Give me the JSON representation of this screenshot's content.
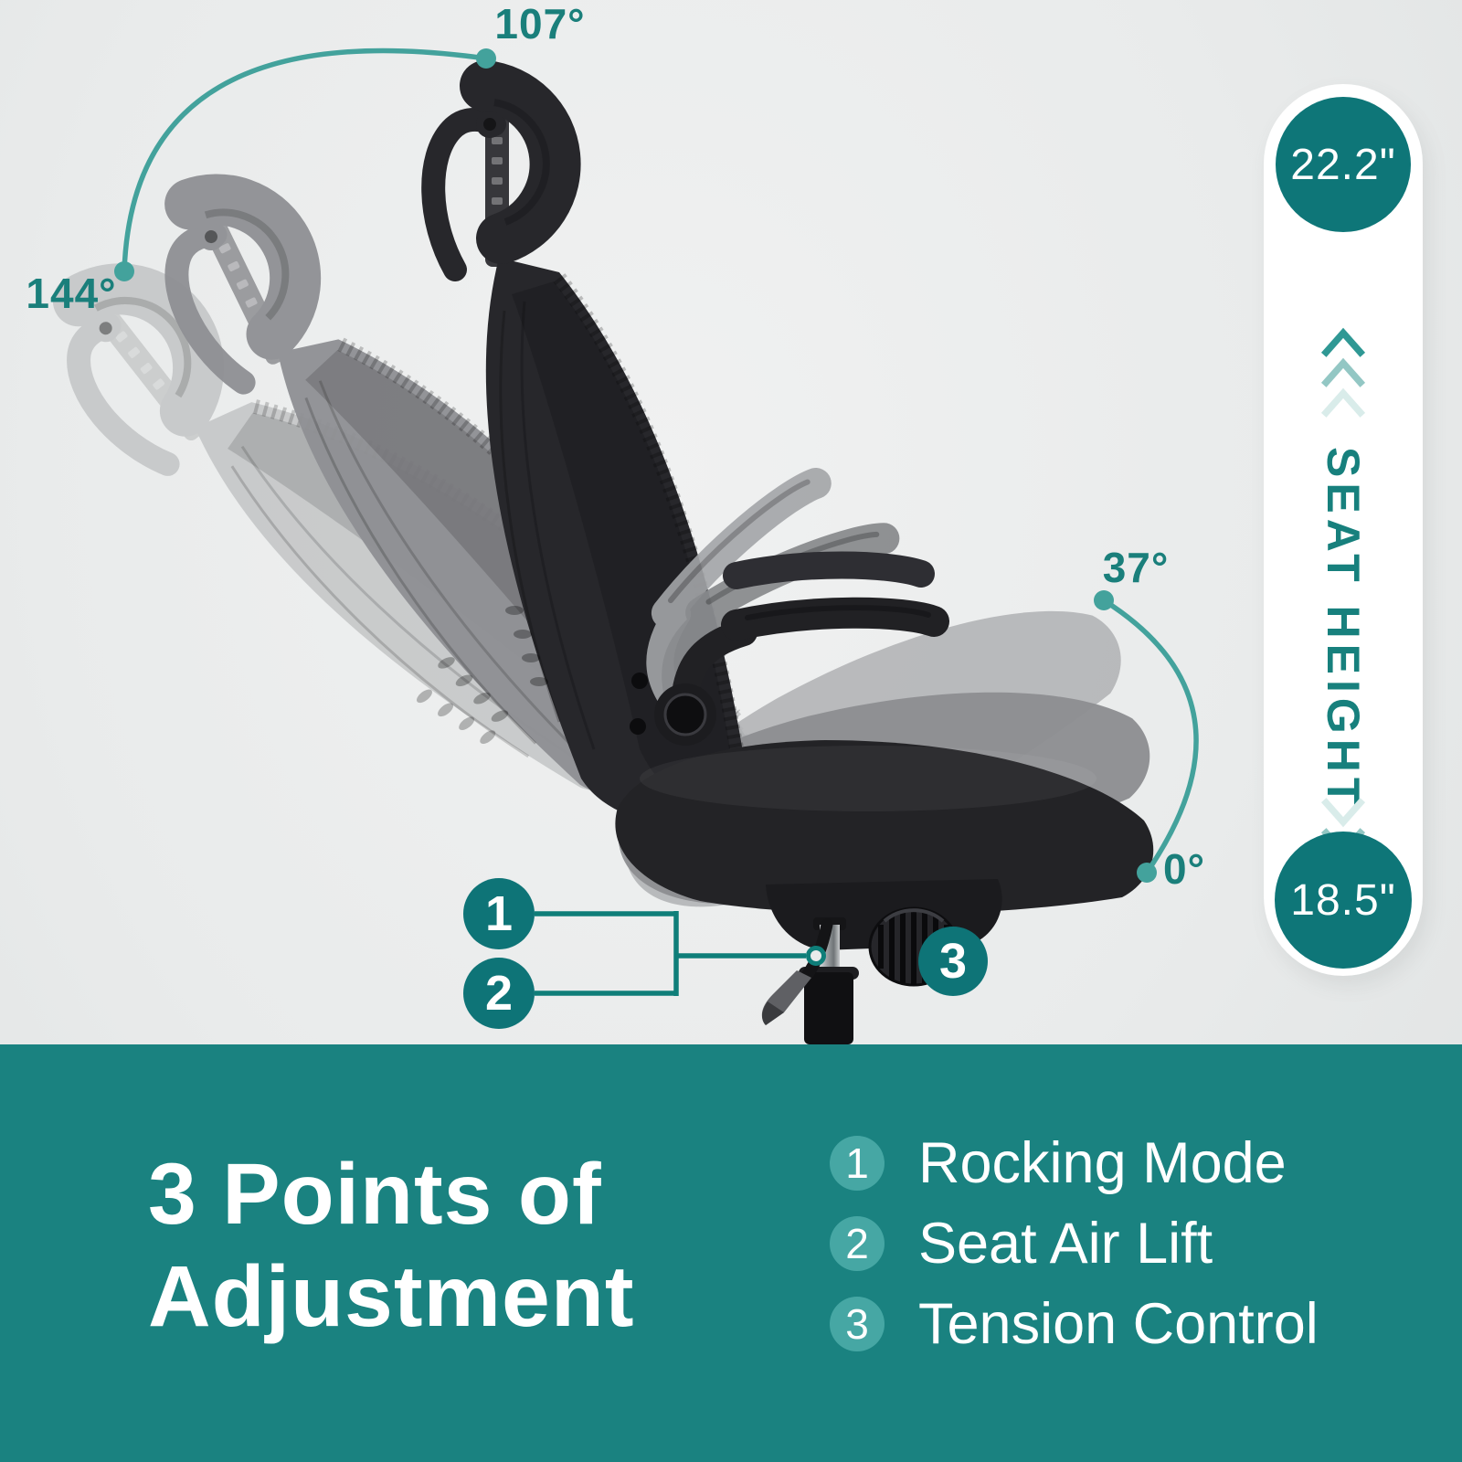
{
  "colors": {
    "background": "#eaebeb",
    "teal_dark": "#0e7678",
    "teal_text": "#1a7f7b",
    "band": "#1a8280",
    "legend_badge": "#46a7a4",
    "arc": "#43a29c",
    "chair_black": "#27272b",
    "ghost_gray": "#8f9094",
    "ghost_light": "#c3c5c6"
  },
  "headrest_recline": {
    "upright_angle": "107°",
    "reclined_angle": "144°"
  },
  "armrest_flip": {
    "up_angle": "37°",
    "down_angle": "0°"
  },
  "seat_height": {
    "max": "22.2\"",
    "min": "18.5\"",
    "label": "SEAT HEIGHT"
  },
  "callouts": {
    "one": "1",
    "two": "2",
    "three": "3"
  },
  "footer": {
    "title_line1": "3 Points of",
    "title_line2": "Adjustment",
    "legend": [
      {
        "number": "1",
        "label": "Rocking Mode"
      },
      {
        "number": "2",
        "label": "Seat Air Lift"
      },
      {
        "number": "3",
        "label": "Tension Control"
      }
    ]
  }
}
